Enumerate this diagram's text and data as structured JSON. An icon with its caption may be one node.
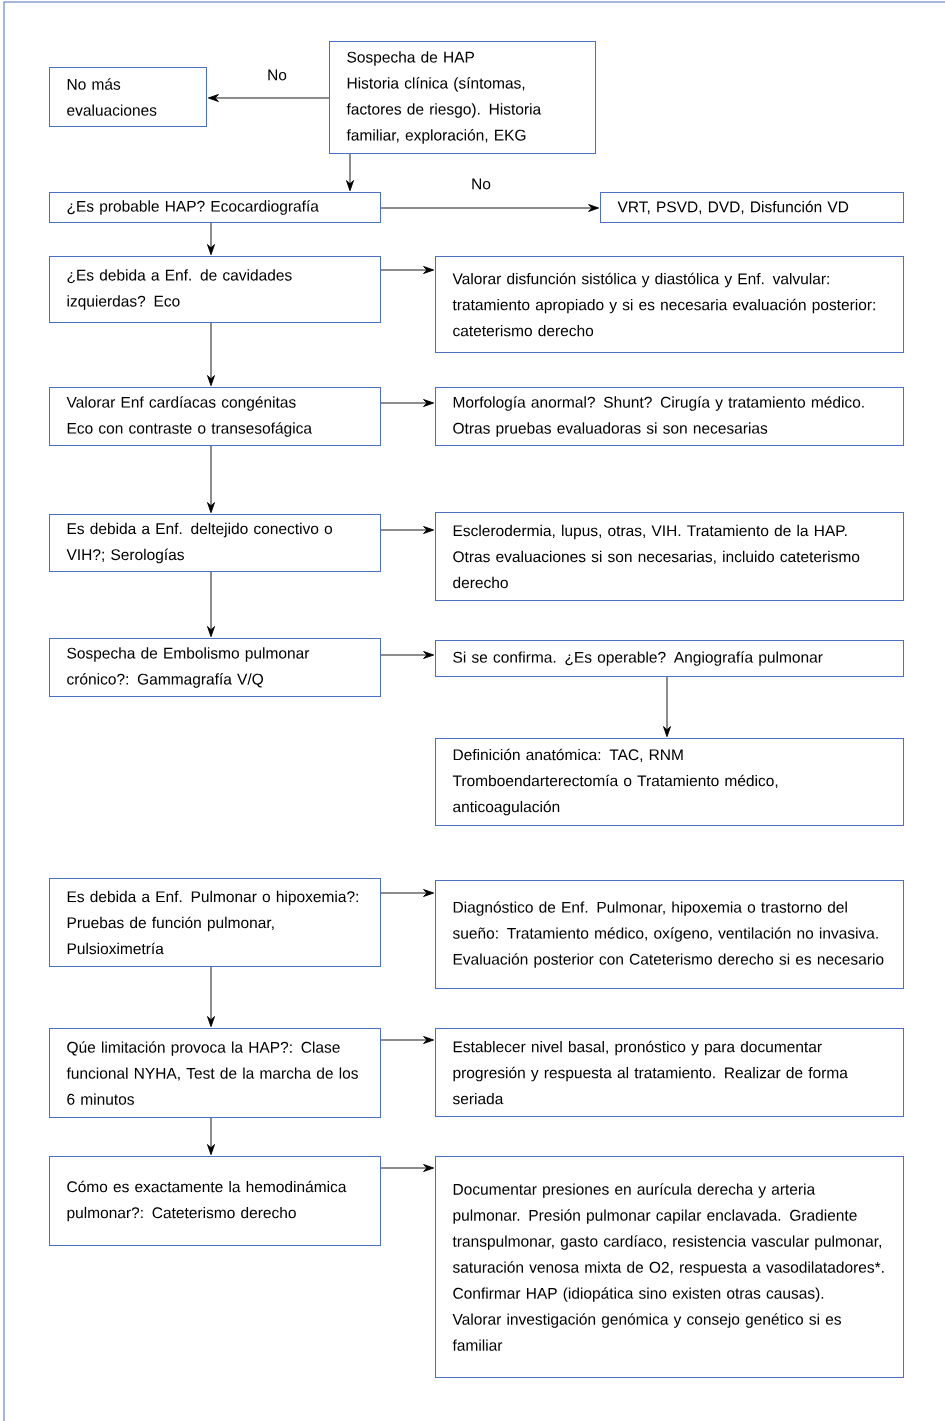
{
  "diagram": {
    "nodes": [
      {
        "text": [
          "Sospecha de HAP",
          "Historia clínica (síntomas, factores de riesgo). Historia familiar, exploración, EKG"
        ]
      },
      {
        "text": [
          "No más evaluaciones"
        ]
      },
      {
        "text": [
          "¿Es probable HAP? Ecocardiografía"
        ]
      },
      {
        "text": [
          "VRT, PSVD, DVD, Disfunción VD"
        ]
      },
      {
        "text": [
          "¿Es debida a Enf. de cavidades izquierdas? Eco"
        ]
      },
      {
        "text": [
          "Valorar disfunción sistólica y diastólica y Enf. valvular: tratamiento apropiado y si es necesaria evaluación posterior: cateterismo derecho"
        ]
      },
      {
        "text": [
          "Valorar Enf cardíacas congénitas",
          "Eco con contraste o transesofágica"
        ]
      },
      {
        "text": [
          "Morfología anormal? Shunt? Cirugía y tratamiento médico. Otras pruebas evaluadoras si son necesarias"
        ]
      },
      {
        "text": [
          "Es debida a Enf. deltejido conectivo o VIH?; Serologías"
        ]
      },
      {
        "text": [
          "Esclerodermia, lupus, otras, VIH. Tratamiento de la HAP. Otras evaluaciones si son necesarias, incluido cateterismo derecho"
        ]
      },
      {
        "text": [
          "Sospecha de Embolismo pulmonar crónico?: Gammagrafía V/Q"
        ]
      },
      {
        "text": [
          "Si se confirma. ¿Es operable? Angiografía pulmonar"
        ]
      },
      {
        "text": [
          "Definición anatómica: TAC, RNM",
          "Tromboendarterectomía o Tratamiento médico, anticoagulación"
        ]
      },
      {
        "text": [
          "Es debida a Enf. Pulmonar o hipoxemia?: Pruebas de función pulmonar, Pulsioximetría"
        ]
      },
      {
        "text": [
          "Diagnóstico de Enf. Pulmonar, hipoxemia o trastorno del sueño: Tratamiento médico, oxígeno, ventilación no invasiva. Evaluación posterior con Cateterismo derecho si es necesario"
        ]
      },
      {
        "text": [
          "Qúe limitación provoca la HAP?: Clase funcional NYHA, Test de la marcha de los 6 minutos"
        ]
      },
      {
        "text": [
          "Establecer nivel basal, pronóstico y para documentar progresión y respuesta al tratamiento. Realizar de forma seriada"
        ]
      },
      {
        "text": [
          "Cómo es exactamente la hemodinámica pulmonar?: Cateterismo derecho"
        ]
      },
      {
        "text": [
          "Documentar presiones en aurícula derecha y arteria pulmonar. Presión pulmonar capilar enclavada. Gradiente transpulmonar, gasto cardíaco, resistencia vascular pulmonar, saturación venosa mixta de O2, respuesta a vasodilatadores*. Confirmar HAP (idiopática sino existen otras causas).",
          "Valorar investigación genómica y consejo genético si es familiar"
        ]
      }
    ],
    "edges": [
      {
        "from": 0,
        "to": 1,
        "arrow": "to",
        "label": "No"
      },
      {
        "from": 0,
        "to": 2,
        "arrow": "to"
      },
      {
        "from": 2,
        "to": 3,
        "arrow": "to",
        "label": "No"
      },
      {
        "from": 2,
        "to": 4,
        "arrow": "to"
      },
      {
        "from": 4,
        "to": 5,
        "arrow": "to"
      },
      {
        "from": 4,
        "to": 6,
        "arrow": "to"
      },
      {
        "from": 6,
        "to": 7,
        "arrow": "to"
      },
      {
        "from": 6,
        "to": 8,
        "arrow": "to"
      },
      {
        "from": 8,
        "to": 9,
        "arrow": "to"
      },
      {
        "from": 8,
        "to": 10,
        "arrow": "to"
      },
      {
        "from": 10,
        "to": 11,
        "arrow": "to"
      },
      {
        "from": 11,
        "to": 12,
        "arrow": "to"
      },
      {
        "from": 13,
        "to": 14,
        "arrow": "to"
      },
      {
        "from": 13,
        "to": 15,
        "arrow": "to"
      },
      {
        "from": 15,
        "to": 16,
        "arrow": "to"
      },
      {
        "from": 15,
        "to": 17,
        "arrow": "to"
      },
      {
        "from": 17,
        "to": 18,
        "arrow": "to"
      }
    ]
  }
}
